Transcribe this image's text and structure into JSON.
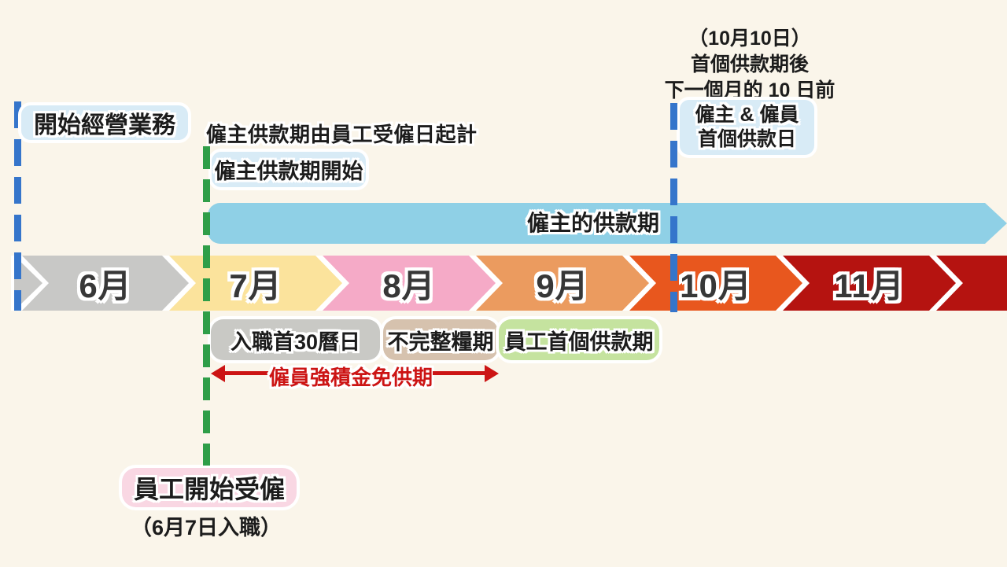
{
  "background": "#faf5ea",
  "left_marker": {
    "label": "開始經營業務",
    "line_color": "#3575cb",
    "box_color": "#d8ebf6"
  },
  "employer_start": {
    "note": "僱主供款期由員工受僱日起計",
    "label": "僱主供款期開始",
    "line_color": "#2f9e48",
    "box_color": "#d8ebf6"
  },
  "employer_band": {
    "label": "僱主的供款期",
    "color": "#8fd0e6"
  },
  "due_date": {
    "line1": "（10月10日）",
    "line2": "首個供款期後",
    "line3": "下一個月的 10 日前",
    "box_line1": "僱主 & 僱員",
    "box_line2": "首個供款日",
    "line_color": "#3575cb",
    "box_color": "#d8ebf6"
  },
  "timeline": {
    "pre_tip_color": "#c8c8c6",
    "backing_color": "#ffffff",
    "months": [
      {
        "label": "6月",
        "color": "#c8c8c6"
      },
      {
        "label": "7月",
        "color": "#fbe39c"
      },
      {
        "label": "8月",
        "color": "#f5aac7"
      },
      {
        "label": "9月",
        "color": "#eb9b5f"
      },
      {
        "label": "10月",
        "color": "#e8571e"
      },
      {
        "label": "11月",
        "color": "#b51310"
      },
      {
        "label": "",
        "color": "#b51310"
      }
    ]
  },
  "period_labels": [
    {
      "label": "入職首30曆日",
      "color": "#c9c9c5"
    },
    {
      "label": "不完整糧期",
      "color": "#d6c2ae"
    },
    {
      "label": "員工首個供款期",
      "color": "#c5e39f"
    }
  ],
  "exemption": {
    "label": "僱員強積金免供期",
    "color": "#cc1414"
  },
  "employee_start": {
    "label": "員工開始受僱",
    "sub": "（6月7日入職）",
    "box_color": "#f9d7e3",
    "line_color": "#2f9e48"
  }
}
